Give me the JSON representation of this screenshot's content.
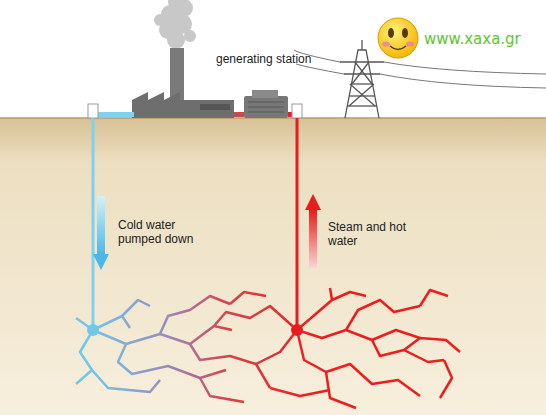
{
  "diagram": {
    "labels": [
      "generating station",
      "www.xaxa.gr",
      "Cold water pumped down",
      "Steam and hot water"
    ]
  }
}
